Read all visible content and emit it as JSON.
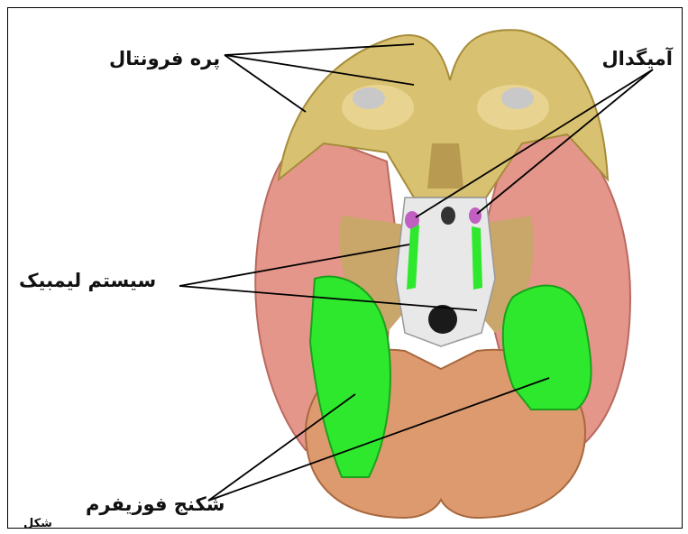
{
  "labels": {
    "prefrontal": "پره فرونتال",
    "amygdala": "آمیگدال",
    "limbic_system": "سیستم لیمبیک",
    "fusiform_gyrus": "شکنج فوزیفرم",
    "figure_caption_fragment": "شکل"
  },
  "colors": {
    "prefrontal": "#d8c170",
    "temporal": "#e5968a",
    "occipital": "#dd9a6e",
    "fusiform": "#2ee82e",
    "limbic": "#e8e8e8",
    "amygdala": "#c060c0",
    "dark": "#1a1a1a"
  }
}
